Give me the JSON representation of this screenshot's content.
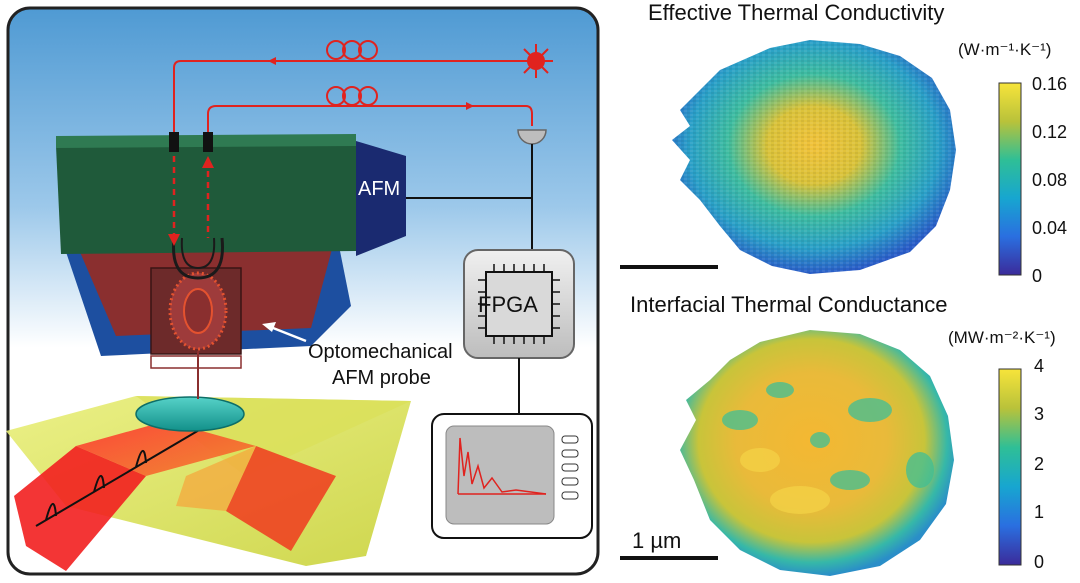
{
  "schematic": {
    "afm_label": "AFM",
    "fpga_label": "FPGA",
    "probe_label_line1": "Optomechanical",
    "probe_label_line2": "AFM probe"
  },
  "maps": [
    {
      "title": "Effective Thermal Conductivity",
      "unit": "(W·m⁻¹·K⁻¹)",
      "colorbar_ticks": [
        "0.16",
        "0.12",
        "0.08",
        "0.04",
        "0"
      ],
      "scale_bar_label": ""
    },
    {
      "title": "Interfacial Thermal Conductance",
      "unit": "(MW·m⁻²·K⁻¹)",
      "colorbar_ticks": [
        "4",
        "3",
        "2",
        "1",
        "0"
      ],
      "scale_bar_label": "1 µm"
    }
  ],
  "colors": {
    "laser_red": "#e0231f",
    "afm_body_green": "#1f5a3a",
    "afm_body_red": "#8a2f2f",
    "afm_body_blue": "#1d4fa0",
    "background_sky_top": "#ffffff",
    "background_sky_bottom": "#5aa0d6",
    "colormap_low": "#3b2b9a",
    "colormap_mid": "#22b6a6",
    "colormap_high": "#f6e43a"
  }
}
